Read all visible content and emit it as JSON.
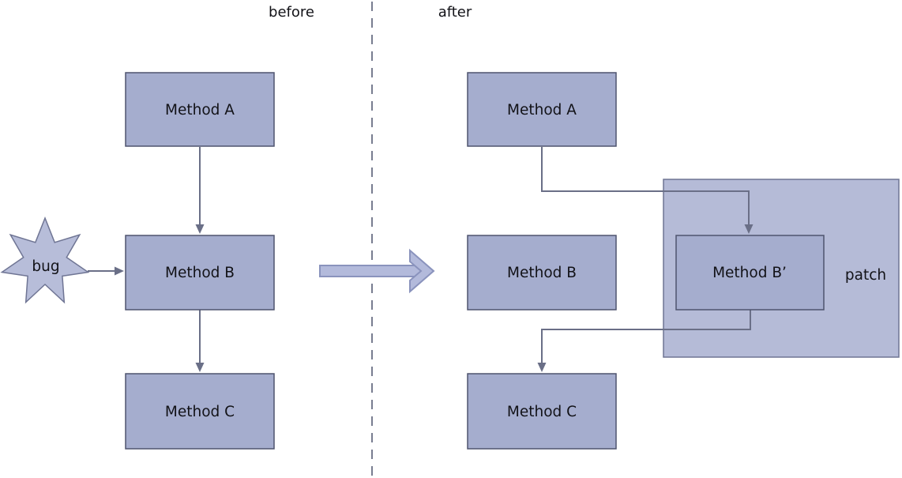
{
  "diagram": {
    "before": {
      "label": "before",
      "method_a": "Method A",
      "method_b": "Method B",
      "method_c": "Method C",
      "bug_label": "bug"
    },
    "after": {
      "label": "after",
      "method_a": "Method A",
      "method_b": "Method B",
      "method_b_patched": "Method B’",
      "method_c": "Method C",
      "patch_label": "patch"
    }
  },
  "colors": {
    "box-fill": "#a5adce",
    "box-border": "#4f546e",
    "patch-fill": "#b5bbd7",
    "patch-border": "#6f7594",
    "connector": "#6a6f87",
    "dashed-divider": "#787d90",
    "block-arrow-fill": "#b3badb",
    "block-arrow-border": "#8a93bd",
    "star-fill": "#b7bdd9",
    "star-border": "#6f7594",
    "text": "#121217"
  }
}
